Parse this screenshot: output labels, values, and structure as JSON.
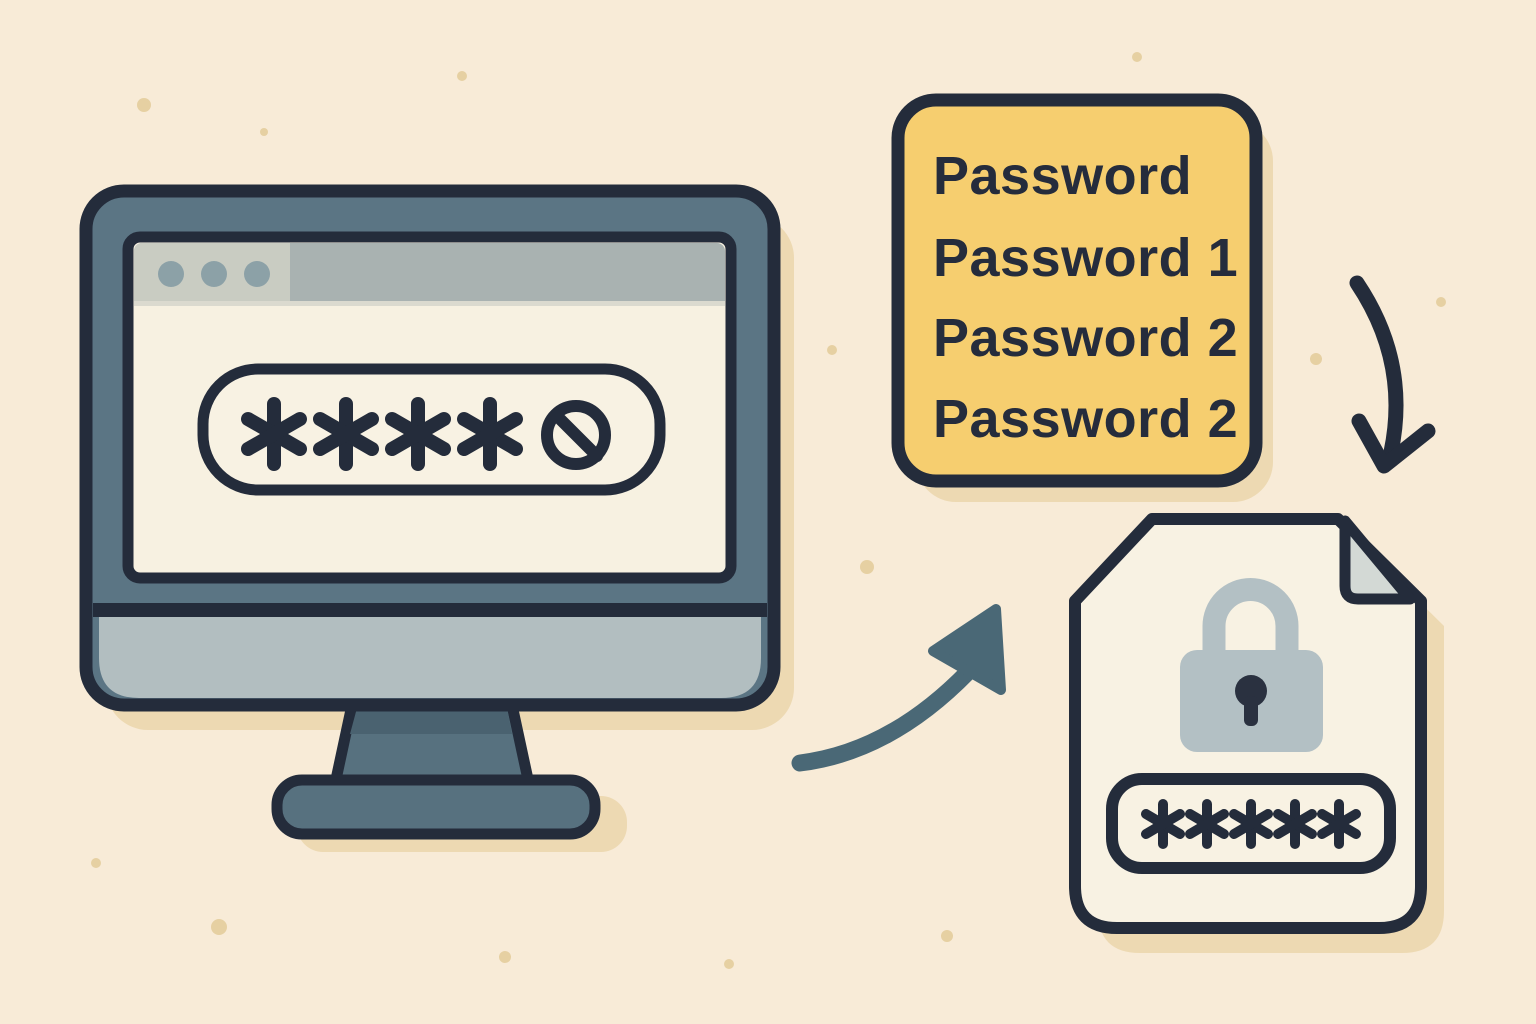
{
  "scene": {
    "description": "Password reuse security illustration",
    "background_color": "#F8EBD7",
    "outline_color": "#242C3B",
    "shadow_color": "#EDD9B2",
    "speckle_color": "#E6D0A2"
  },
  "monitor": {
    "frame_color": "#5B7584",
    "chin_color": "#B2BEC0",
    "stand_color": "#57717F",
    "browser_window": {
      "background_color": "#F7F1E1",
      "titlebar_left_color": "#C9CCC2",
      "titlebar_right_color": "#A9B2B1",
      "traffic_dots_count": 3,
      "traffic_dot_color": "#8CA1A7",
      "password_input": {
        "masked_value": "****",
        "status_icon": "blocked-no-symbol"
      }
    }
  },
  "sticky_note": {
    "fill_color": "#F6CE6F",
    "lines": [
      "Password",
      "Password 1",
      "Password 2",
      "Password 2"
    ],
    "text_color": "#252C3C"
  },
  "password_file": {
    "fill_color": "#F8F2E3",
    "fold_color": "#D3D9D5",
    "lock_icon": "padlock",
    "lock_color": "#B3C0C4",
    "password_input": {
      "masked_value": "*****"
    }
  },
  "arrows": {
    "note_to_file": {
      "shape": "curved-arrow-down",
      "color": "#242C3B"
    },
    "monitor_to_file": {
      "shape": "curved-arrow-up-right",
      "color": "#4A6876"
    }
  }
}
